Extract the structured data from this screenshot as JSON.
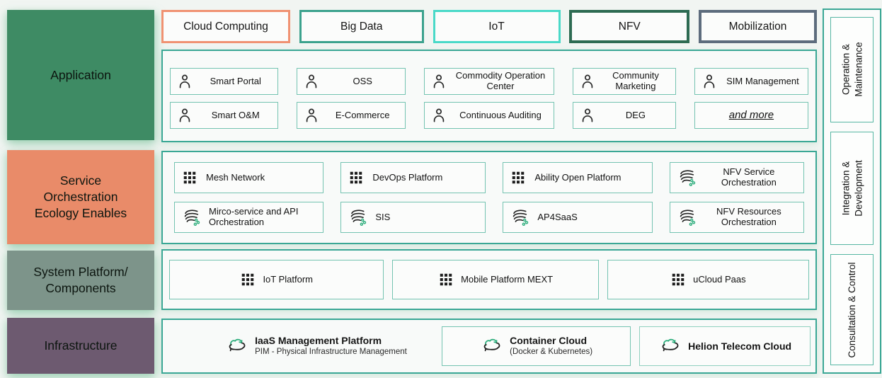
{
  "top_technologies": {
    "items": [
      {
        "label": "Cloud Computing",
        "border_color": "#f09272"
      },
      {
        "label": "Big Data",
        "border_color": "#3ba28d"
      },
      {
        "label": "IoT",
        "border_color": "#49d9c8"
      },
      {
        "label": "NFV",
        "border_color": "#2d6b52"
      },
      {
        "label": "Mobilization",
        "border_color": "#5d6c7d"
      }
    ]
  },
  "layers": {
    "application": {
      "title": "Application",
      "color": "#3e8b64",
      "items": [
        {
          "label": "Smart Portal",
          "icon": "person-icon"
        },
        {
          "label": "OSS",
          "icon": "person-icon"
        },
        {
          "label": "Commodity Operation Center",
          "icon": "person-icon"
        },
        {
          "label": "Community Marketing",
          "icon": "person-icon"
        },
        {
          "label": "SIM Management",
          "icon": "person-icon"
        },
        {
          "label": "Smart O&M",
          "icon": "person-icon"
        },
        {
          "label": "E-Commerce",
          "icon": "person-icon"
        },
        {
          "label": "Continuous Auditing",
          "icon": "person-icon"
        },
        {
          "label": "DEG",
          "icon": "person-icon"
        },
        {
          "label": "and more",
          "icon": "none"
        }
      ]
    },
    "service_orchestration": {
      "title_lines": [
        "Service",
        "Orchestration",
        "Ecology Enables"
      ],
      "color": "#e98b69",
      "items": [
        {
          "label": "Mesh Network",
          "icon": "grid-icon"
        },
        {
          "label": "DevOps Platform",
          "icon": "grid-icon"
        },
        {
          "label": "Ability Open Platform",
          "icon": "grid-icon"
        },
        {
          "label": "NFV Service Orchestration",
          "icon": "stream-icon"
        },
        {
          "label": "Mirco-service and API Orchestration",
          "icon": "stream-icon"
        },
        {
          "label": "SIS",
          "icon": "stream-icon"
        },
        {
          "label": "AP4SaaS",
          "icon": "stream-icon"
        },
        {
          "label": "NFV Resources Orchestration",
          "icon": "stream-icon"
        }
      ]
    },
    "system_platform": {
      "title_lines": [
        "System Platform/",
        "Components"
      ],
      "color": "#7d948a",
      "items": [
        {
          "label": "IoT Platform",
          "icon": "grid-icon"
        },
        {
          "label": "Mobile Platform MEXT",
          "icon": "grid-icon"
        },
        {
          "label": "uCloud Paas",
          "icon": "grid-icon"
        }
      ]
    },
    "infrastructure": {
      "title": "Infrastructure",
      "color": "#6d5a70",
      "items": [
        {
          "title": "IaaS Management Platform",
          "subtitle": "PIM - Physical Infrastructure Management",
          "icon": "cloud-sync-icon"
        },
        {
          "title": "Container Cloud",
          "subtitle": "(Docker & Kubernetes)",
          "icon": "cloud-sync-icon"
        },
        {
          "title": "Helion Telecom Cloud",
          "subtitle": "",
          "icon": "cloud-sync-icon"
        }
      ]
    }
  },
  "right_rail": {
    "items": [
      {
        "lines": [
          "Operation &",
          "Maintenance"
        ]
      },
      {
        "lines": [
          "Integration &",
          "Development"
        ]
      },
      {
        "lines": [
          "Consultation & Control"
        ]
      }
    ]
  },
  "accent_colors": {
    "container_border": "#3aa795",
    "item_border": "#74c3b1",
    "background": "#f1f5f2"
  }
}
